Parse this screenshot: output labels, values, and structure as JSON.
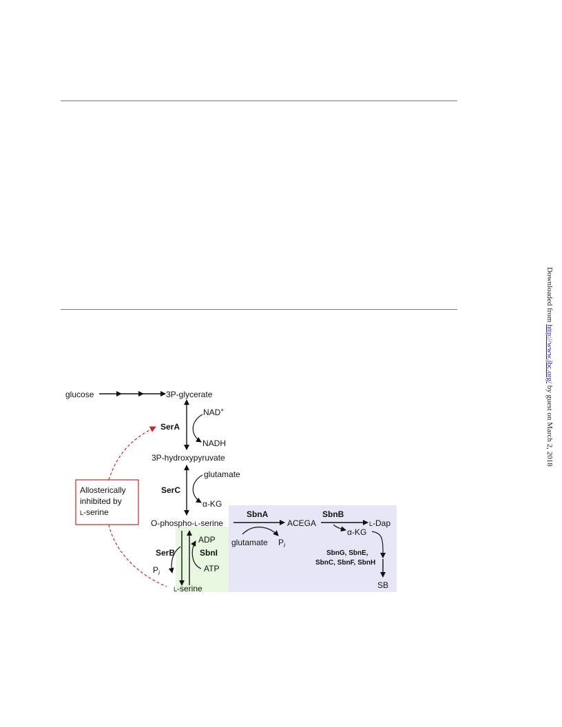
{
  "watermark": {
    "prefix": "Downloaded from ",
    "link": "http://www.jbc.org/",
    "suffix": " by guest on March 2, 2018"
  },
  "diagram": {
    "nodes": {
      "glucose": "glucose",
      "three_p_glycerate": "3P-glycerate",
      "three_p_hydroxypyruvate": "3P-hydroxypyruvate",
      "o_phospho_l_serine_prefix": "O-phospho-",
      "o_phospho_l_serine_l": "L",
      "o_phospho_l_serine_suffix": "-serine",
      "l_serine_l": "L",
      "l_serine_suffix": "-serine",
      "acega": "ACEGA",
      "l_dap_l": "L",
      "l_dap_suffix": "-Dap",
      "sb": "SB"
    },
    "enzymes": {
      "sera": "SerA",
      "serc": "SerC",
      "serb": "SerB",
      "sbni": "SbnI",
      "sbna": "SbnA",
      "sbnb": "SbnB",
      "sbn_group_line1": "SbnG, SbnE,",
      "sbn_group_line2": "SbnC, SbnF, SbnH"
    },
    "cofactors": {
      "nad": "NAD",
      "nad_sup": "+",
      "nadh": "NADH",
      "glutamate_serc": "glutamate",
      "akg_serc": "α-KG",
      "adp": "ADP",
      "atp": "ATP",
      "pi_serb": "P",
      "pi_serb_sub": "i",
      "glutamate_sbna": "glutamate",
      "pi_sbna": "P",
      "pi_sbna_sub": "i",
      "akg_sbnb": "α-KG"
    },
    "inhibition": {
      "line1": "Allosterically",
      "line2": "inhibited by",
      "line3_l": "L",
      "line3_suffix": "-serine"
    },
    "colors": {
      "sbni_region": "#e8f8e0",
      "sb_pathway_region": "#e6e6f6",
      "inhibition": "#d42020",
      "arrows": "#111111"
    }
  }
}
